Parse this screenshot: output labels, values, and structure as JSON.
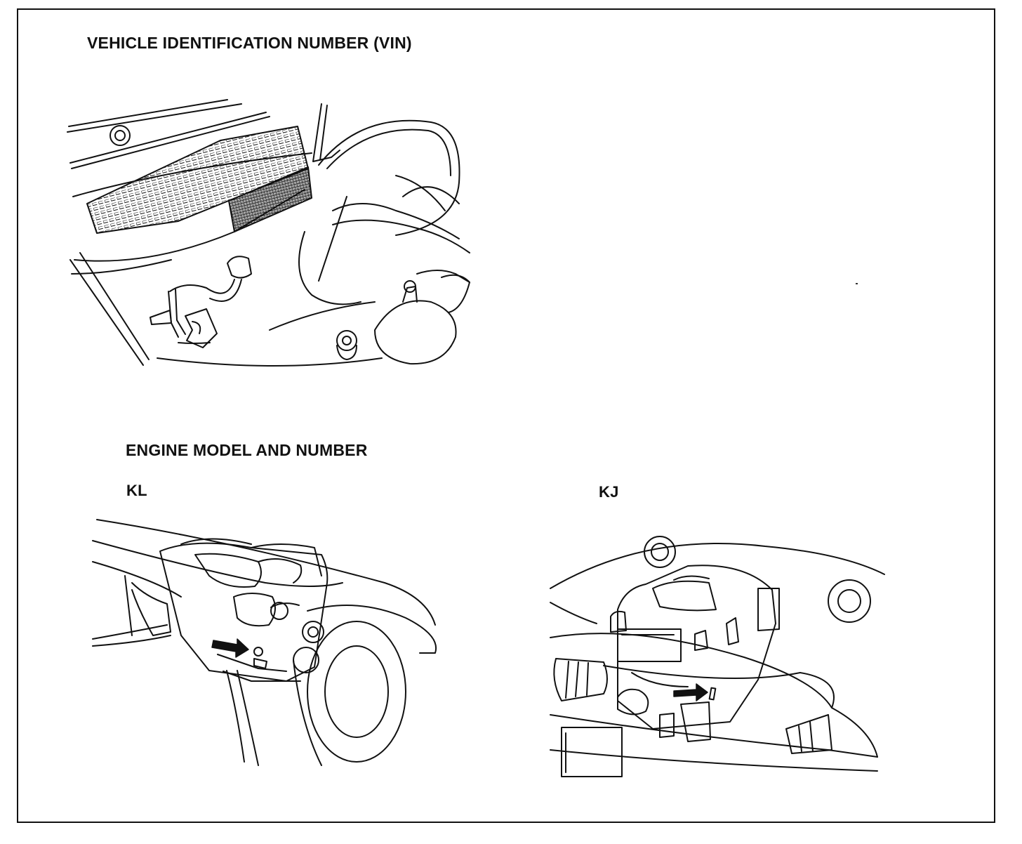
{
  "sections": {
    "vin": {
      "title": "VEHICLE IDENTIFICATION NUMBER (VIN)"
    },
    "engine": {
      "title": "ENGINE MODEL AND NUMBER",
      "variants": [
        {
          "label": "KL"
        },
        {
          "label": "KJ"
        }
      ]
    }
  },
  "colors": {
    "ink": "#111111",
    "paper": "#ffffff"
  },
  "icons": {
    "pointer": "arrow-right-icon"
  }
}
